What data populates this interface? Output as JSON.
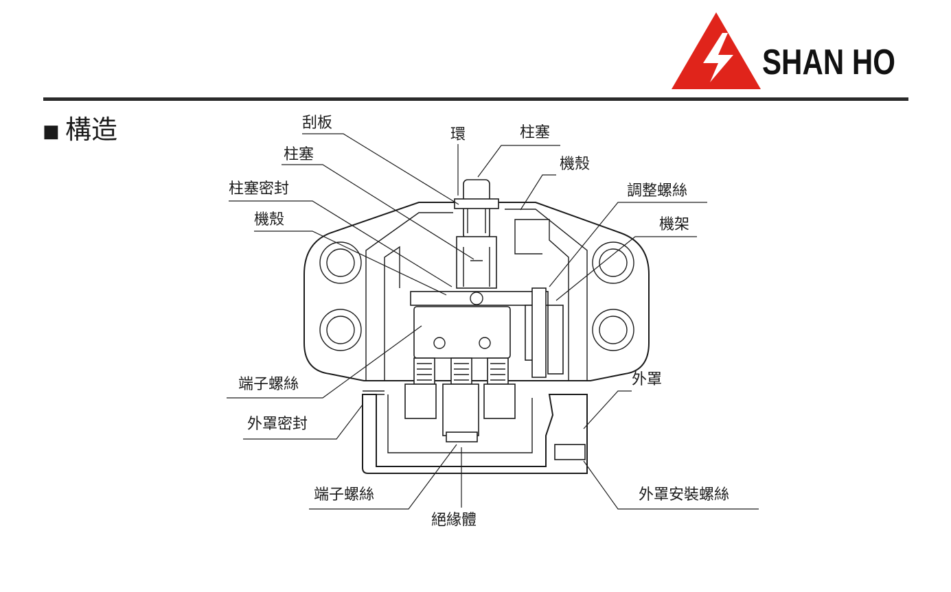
{
  "header": {
    "brand_name": "SHAN HO",
    "brand_color": "#e0241b",
    "rule_color": "#2a2a2a"
  },
  "section": {
    "bullet": "■",
    "title": "構造"
  },
  "labels": {
    "scraper": "刮板",
    "ring": "環",
    "plunger_top": "柱塞",
    "plunger_left": "柱塞",
    "housing_top": "機殼",
    "plunger_seal": "柱塞密封",
    "adjust_screw": "調整螺絲",
    "housing_left": "機殼",
    "frame": "機架",
    "terminal_screw_left": "端子螺絲",
    "outer_cover": "外罩",
    "outer_cover_seal": "外罩密封",
    "terminal_screw_bottom": "端子螺絲",
    "cover_mount_screw": "外罩安裝螺絲",
    "insulator": "絕緣體"
  }
}
